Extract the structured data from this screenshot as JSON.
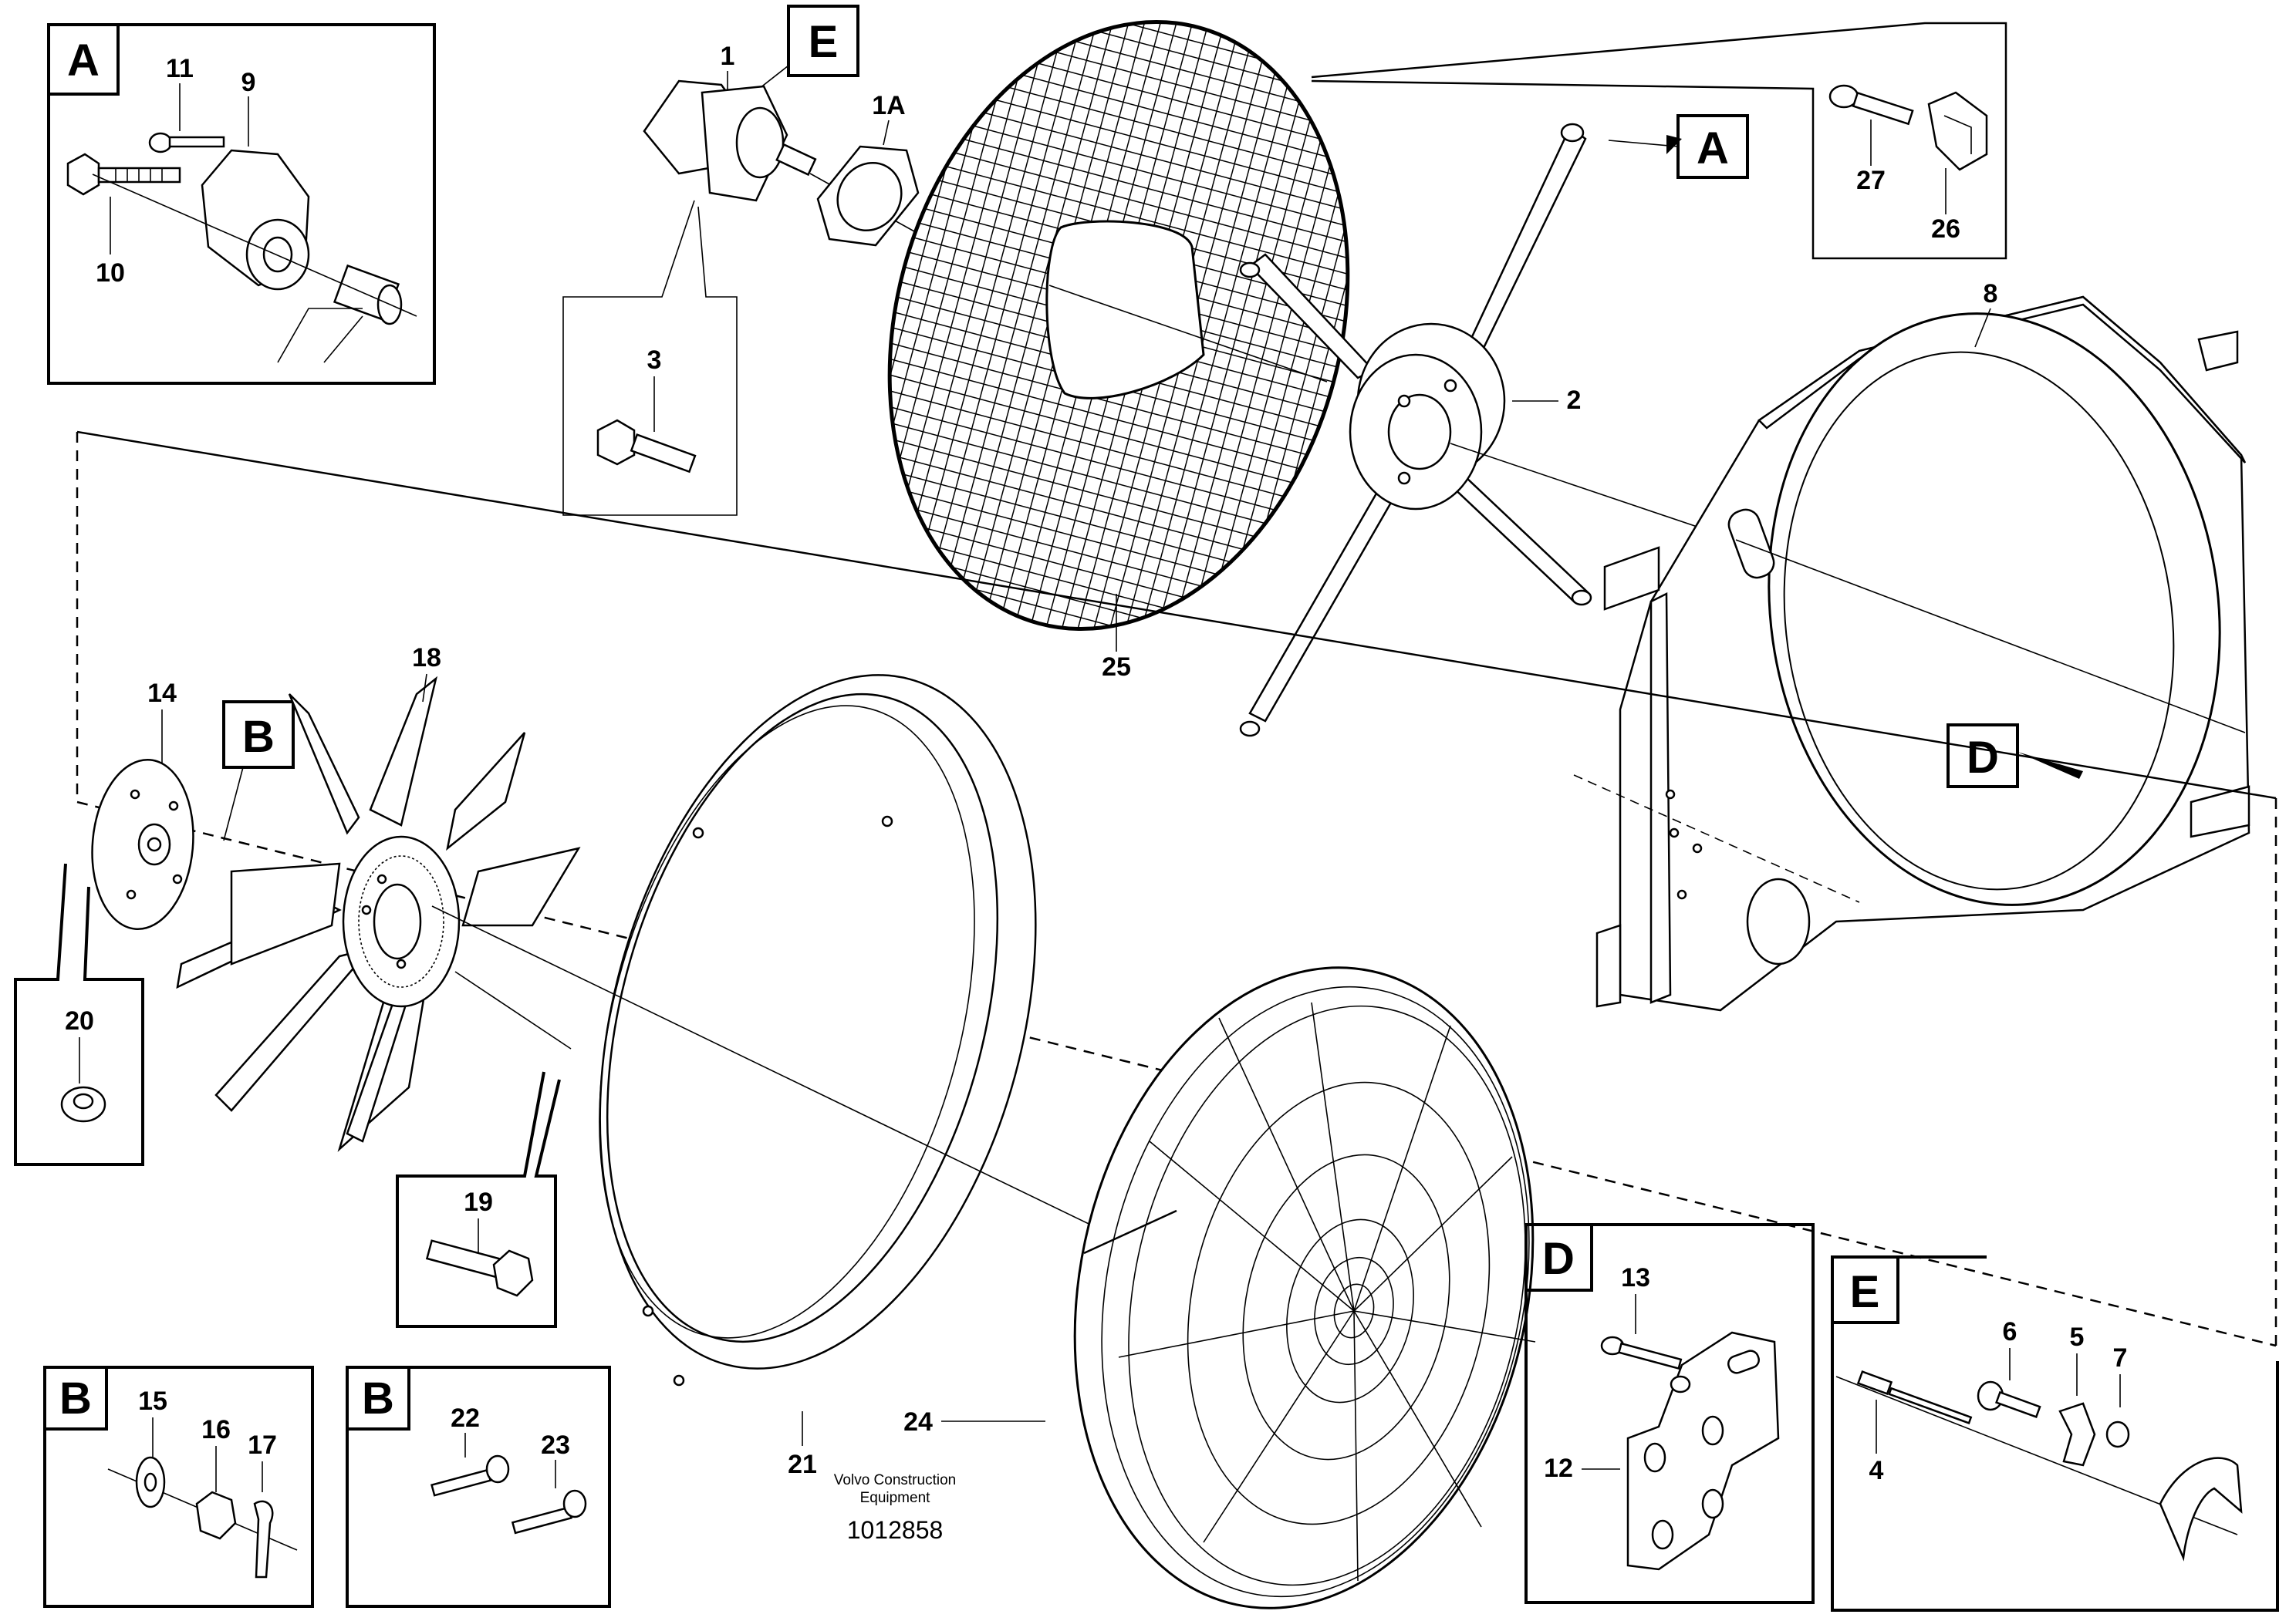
{
  "labels": {
    "p1": "1",
    "p1a": "1A",
    "p2": "2",
    "p3": "3",
    "p4": "4",
    "p5": "5",
    "p6": "6",
    "p7": "7",
    "p8": "8",
    "p9": "9",
    "p10": "10",
    "p11": "11",
    "p12": "12",
    "p13": "13",
    "p14": "14",
    "p15": "15",
    "p16": "16",
    "p17": "17",
    "p18": "18",
    "p19": "19",
    "p20": "20",
    "p21": "21",
    "p22": "22",
    "p23": "23",
    "p24": "24",
    "p25": "25",
    "p26": "26",
    "p27": "27"
  },
  "detail_tags": {
    "a_box": "A",
    "a_callout": "A",
    "b_callout": "B",
    "b_box1": "B",
    "b_box2": "B",
    "d_callout": "D",
    "d_box": "D",
    "e_callout": "E",
    "e_box": "E"
  },
  "footer": {
    "company_line1": "Volvo Construction",
    "company_line2": "Equipment",
    "doc_number": "1012858"
  }
}
